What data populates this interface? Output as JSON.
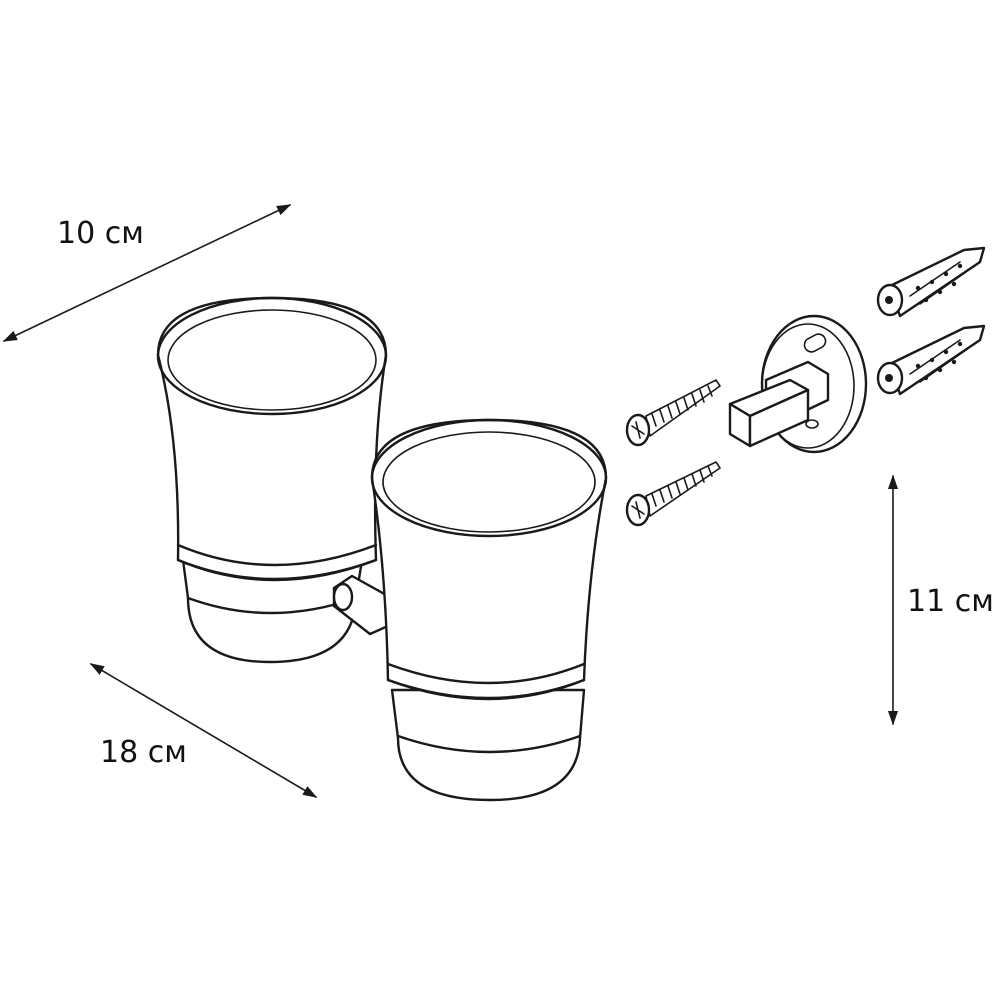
{
  "dimensions": {
    "depth": "10 см",
    "width": "18 см",
    "height": "11 см"
  },
  "colors": {
    "line": "#1a1a1a",
    "background": "#ffffff"
  }
}
